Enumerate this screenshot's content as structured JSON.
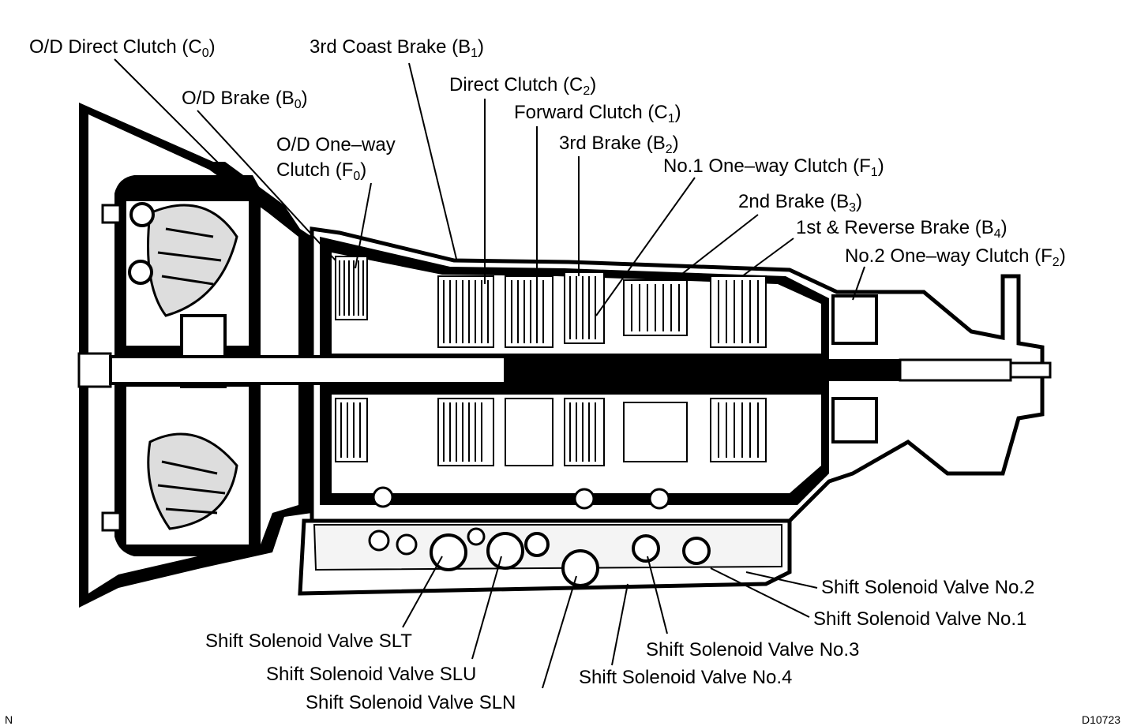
{
  "labels": {
    "od_direct_clutch": {
      "text": "O/D Direct Clutch (C",
      "sub": "0",
      "close": ")"
    },
    "third_coast_brake": {
      "text": "3rd Coast Brake (B",
      "sub": "1",
      "close": ")"
    },
    "od_brake": {
      "text": "O/D Brake (B",
      "sub": "0",
      "close": ")"
    },
    "direct_clutch": {
      "text": "Direct Clutch (C",
      "sub": "2",
      "close": ")"
    },
    "forward_clutch": {
      "text": "Forward Clutch (C",
      "sub": "1",
      "close": ")"
    },
    "od_one_way_line1": "O/D One–way",
    "od_one_way_line2": {
      "text": "Clutch (F",
      "sub": "0",
      "close": ")"
    },
    "third_brake": {
      "text": "3rd Brake (B",
      "sub": "2",
      "close": ")"
    },
    "no1_one_way": {
      "text": "No.1 One–way Clutch (F",
      "sub": "1",
      "close": ")"
    },
    "second_brake": {
      "text": "2nd Brake (B",
      "sub": "3",
      "close": ")"
    },
    "first_reverse_brake": {
      "text": "1st & Reverse Brake (B",
      "sub": "4",
      "close": ")"
    },
    "no2_one_way": {
      "text": "No.2 One–way Clutch (F",
      "sub": "2",
      "close": ")"
    },
    "ssv_no2": "Shift Solenoid Valve No.2",
    "ssv_no1": "Shift Solenoid Valve No.1",
    "ssv_slt": "Shift Solenoid Valve SLT",
    "ssv_no3": "Shift Solenoid Valve No.3",
    "ssv_slu": "Shift Solenoid Valve SLU",
    "ssv_no4": "Shift Solenoid Valve No.4",
    "ssv_sln": "Shift Solenoid Valve SLN"
  },
  "corner_left": "N",
  "figure_code": "D10723"
}
